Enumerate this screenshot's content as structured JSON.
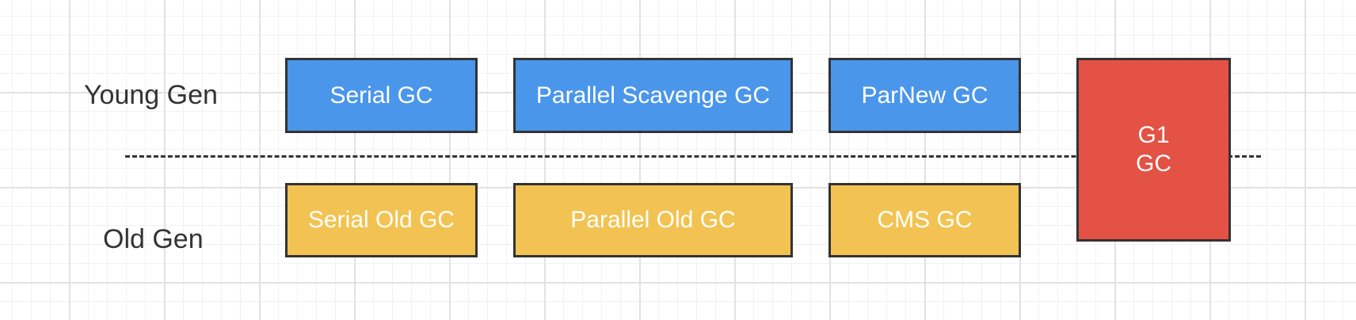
{
  "colors": {
    "young": "#4a96ea",
    "old": "#f2c352",
    "g1": "#e35244",
    "border": "#333333",
    "divider": "#333333"
  },
  "labels": {
    "young": "Young Gen",
    "old": "Old Gen"
  },
  "young_collectors": [
    "Serial GC",
    "Parallel Scavenge GC",
    "ParNew GC"
  ],
  "old_collectors": [
    "Serial Old GC",
    "Parallel Old GC",
    "CMS GC"
  ],
  "g1": {
    "line1": "G1",
    "line2": "GC"
  }
}
